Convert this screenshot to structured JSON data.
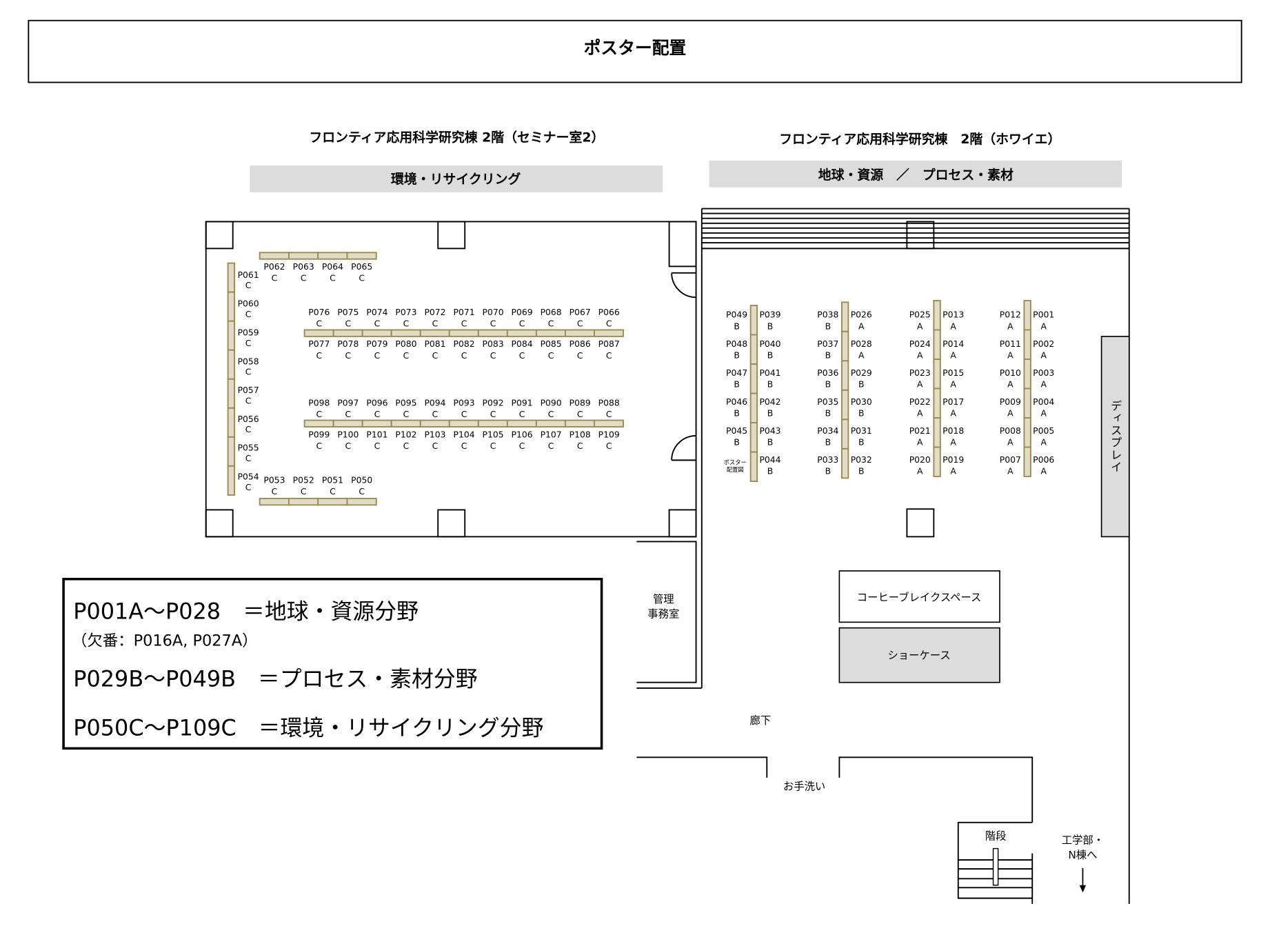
{
  "title": "ポスター配置",
  "seminar_room": {
    "heading": "フロンティア応用科学研究棟 2階（セミナー室2）",
    "category": "環境・リサイクリング",
    "letter": "C",
    "left_column": [
      "P061",
      "P060",
      "P059",
      "P058",
      "P057",
      "P056",
      "P055",
      "P054"
    ],
    "top_row": [
      "P062",
      "P063",
      "P064",
      "P065"
    ],
    "row1_top": [
      "P076",
      "P075",
      "P074",
      "P073",
      "P072",
      "P071",
      "P070",
      "P069",
      "P068",
      "P067",
      "P066"
    ],
    "row1_bottom": [
      "P077",
      "P078",
      "P079",
      "P080",
      "P081",
      "P082",
      "P083",
      "P084",
      "P085",
      "P086",
      "P087"
    ],
    "row2_top": [
      "P098",
      "P097",
      "P096",
      "P095",
      "P094",
      "P093",
      "P092",
      "P091",
      "P090",
      "P089",
      "P088"
    ],
    "row2_bottom": [
      "P099",
      "P100",
      "P101",
      "P102",
      "P103",
      "P104",
      "P105",
      "P106",
      "P107",
      "P108",
      "P109"
    ],
    "bottom_row": [
      "P053",
      "P052",
      "P051",
      "P050"
    ]
  },
  "foyer": {
    "heading": "フロンティア応用科学研究棟　2階（ホワイエ）",
    "category": "地球・資源　／　プロセス・素材",
    "poster_map_label": [
      "ポスター",
      "配置図"
    ],
    "columns": [
      {
        "left": [
          [
            "P049",
            "B"
          ],
          [
            "P048",
            "B"
          ],
          [
            "P047",
            "B"
          ],
          [
            "P046",
            "B"
          ],
          [
            "P045",
            "B"
          ]
        ],
        "right": [
          [
            "P039",
            "B"
          ],
          [
            "P040",
            "B"
          ],
          [
            "P041",
            "B"
          ],
          [
            "P042",
            "B"
          ],
          [
            "P043",
            "B"
          ],
          [
            "P044",
            "B"
          ]
        ]
      },
      {
        "left": [
          [
            "P038",
            "B"
          ],
          [
            "P037",
            "B"
          ],
          [
            "P036",
            "B"
          ],
          [
            "P035",
            "B"
          ],
          [
            "P034",
            "B"
          ],
          [
            "P033",
            "B"
          ]
        ],
        "right": [
          [
            "P026",
            "A"
          ],
          [
            "P028",
            "A"
          ],
          [
            "P029",
            "B"
          ],
          [
            "P030",
            "B"
          ],
          [
            "P031",
            "B"
          ],
          [
            "P032",
            "B"
          ]
        ]
      },
      {
        "left": [
          [
            "P025",
            "A"
          ],
          [
            "P024",
            "A"
          ],
          [
            "P023",
            "A"
          ],
          [
            "P022",
            "A"
          ],
          [
            "P021",
            "A"
          ],
          [
            "P020",
            "A"
          ]
        ],
        "right": [
          [
            "P013",
            "A"
          ],
          [
            "P014",
            "A"
          ],
          [
            "P015",
            "A"
          ],
          [
            "P017",
            "A"
          ],
          [
            "P018",
            "A"
          ],
          [
            "P019",
            "A"
          ]
        ]
      },
      {
        "left": [
          [
            "P012",
            "A"
          ],
          [
            "P011",
            "A"
          ],
          [
            "P010",
            "A"
          ],
          [
            "P009",
            "A"
          ],
          [
            "P008",
            "A"
          ],
          [
            "P007",
            "A"
          ]
        ],
        "right": [
          [
            "P001",
            "A"
          ],
          [
            "P002",
            "A"
          ],
          [
            "P003",
            "A"
          ],
          [
            "P004",
            "A"
          ],
          [
            "P005",
            "A"
          ],
          [
            "P006",
            "A"
          ]
        ]
      }
    ],
    "display_label": "ディスプレイ",
    "coffee_break": "コーヒーブレイクスペース",
    "showcase": "ショーケース"
  },
  "places": {
    "office": [
      "管理",
      "事務室"
    ],
    "corridor": "廊下",
    "restroom": "お手洗い",
    "stairs": "階段",
    "to_building": [
      "工学部・",
      "N棟へ"
    ]
  },
  "legend": {
    "line1": "P001A～P028　＝地球・資源分野",
    "line1_note": "（欠番：P016A, P027A）",
    "line2": "P029B～P049B　＝プロセス・素材分野",
    "line3": "P050C～P109C　＝環境・リサイクリング分野"
  },
  "colors": {
    "board_fill": "#e2dcc6",
    "board_stroke": "#9a8a52",
    "gray_bar": "#dcdcdc"
  }
}
